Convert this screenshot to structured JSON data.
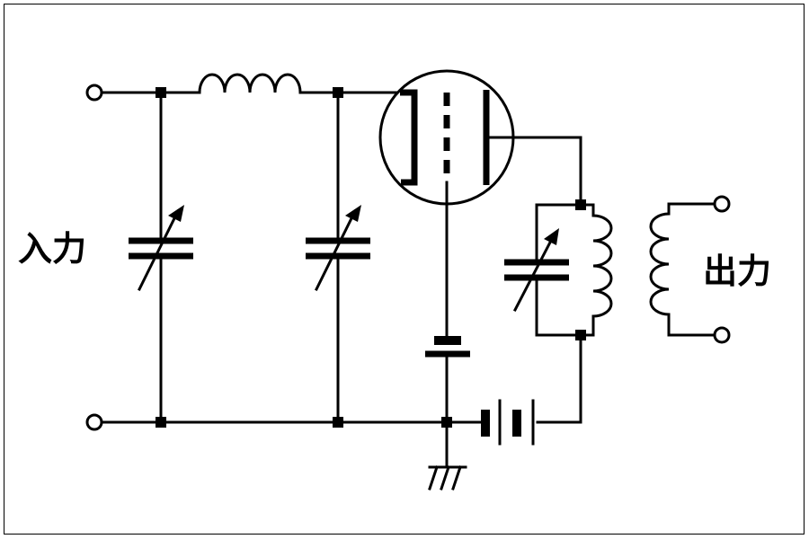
{
  "diagram": {
    "input_label": "入力",
    "output_label": "出力",
    "components": {
      "input_terminals": 2,
      "output_terminals": 2,
      "inductor": "series-coil",
      "variable_capacitors": 3,
      "tube": "triode",
      "bypass_capacitor": "fixed",
      "battery": "plate-supply",
      "transformer": "output-transformer",
      "ground": "chassis-ground"
    },
    "colors": {
      "ink": "#000000",
      "background": "#ffffff"
    }
  }
}
